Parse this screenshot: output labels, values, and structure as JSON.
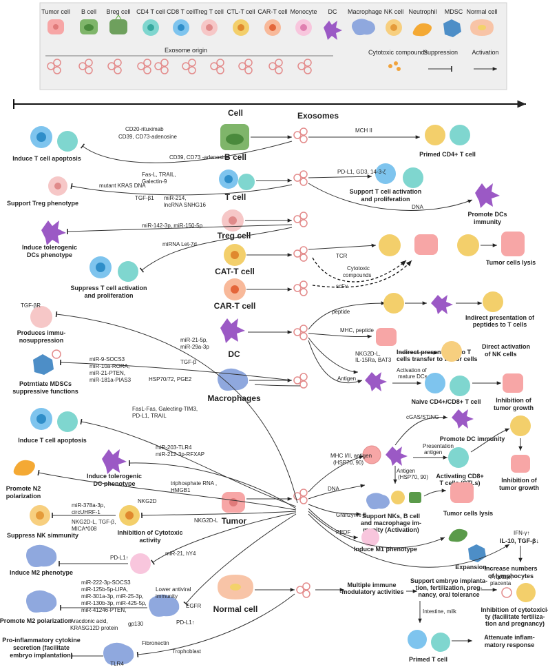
{
  "legend": {
    "cells": [
      "Tumor cell",
      "B cell",
      "Breg cell",
      "CD4 T cell",
      "CD8 T cell",
      "Treg T cell",
      "CTL-T cell",
      "CAR-T cell",
      "Monocyte",
      "DC",
      "Macrophage",
      "NK cell",
      "Neutrophil",
      "MDSC",
      "Normal cell"
    ],
    "exosome_origin": "Exosome origin",
    "cytotoxic": "Cytotoxic compounds",
    "suppression": "Suppression",
    "activation": "Activation"
  },
  "headers": {
    "cell": "Cell",
    "exosomes": "Exosomes"
  },
  "sources": {
    "b_cell": "B cell",
    "t_cell": "T cell",
    "treg_cell": "Treg cell",
    "cat_t_cell": "CAT-T cell",
    "car_t_cell": "CAR-T cell",
    "dc": "DC",
    "macrophages": "Macrophages",
    "tumor": "Tumor",
    "normal_cell": "Normal cell"
  },
  "left_outcomes": {
    "induce_apoptosis_1": "Induce T cell apoptosis",
    "support_treg": "Support Treg phenotype",
    "tolerogenic_dcs": "Induce tolerogenic",
    "tolerogenic_dcs_2": "DCs phenotype",
    "suppress_t_1": "Suppress T cell activation",
    "suppress_t_2": "and proliferation",
    "immuno_1": "Produces immu-",
    "immuno_2": "nosuppression",
    "mdsc_1": "Potrntiate MDSCs",
    "mdsc_2": "suppressive functions",
    "induce_apoptosis_2": "Induce T cell apoptosis",
    "tol_dc_1": "Induce tolerogenic",
    "tol_dc_2": "DC phenotype",
    "n2_1": "Promote N2",
    "n2_2": "polarization",
    "nk_suppress": "Suppress NK simmunity",
    "cytotoxic_1": "Inhibition of Cytotoxic",
    "cytotoxic_2": "activity",
    "m2_induce": "Induce M2 phenotype",
    "m2_promote": "Promote M2 polarization",
    "proinflam_1": "Pro-inflammatory cytokine",
    "proinflam_2": "secretion (facilitate",
    "proinflam_3": "embryo implantation)"
  },
  "molecules": {
    "cd20_1": "CD20-rituximab",
    "cd20_2": "CD39, CD73-adenosine",
    "cd39": "CD39, CD73 -adenosine",
    "fasl_1": "Fas-L, TRAIL,",
    "fasl_2": "Galectin-9",
    "kras": "mutant KRAS DNA",
    "tgfb1": "TGF-β1",
    "mir214_1": "miR-214,",
    "mir214_2": "lncRNA SNHG16",
    "mir142": "miR-142-3p, miR-150-5p",
    "mirna_let": "miRNA Let-7d",
    "mch": "MCH II",
    "pdl1_gd3": "PD-L1, GD3, 14-3-ζ",
    "dna_t": "DNA",
    "tcr": "TCR",
    "cytotoxic_1": "Cytotoxic",
    "cytotoxic_2": "compounds",
    "scfv": "scFv",
    "tgf_br": "TGF-βR",
    "mir21_1": "miR-21-5p,",
    "mir21_2": "miR-29a-3p",
    "tgfb": "TGF-β",
    "mir9": "miR-9-SOCS3",
    "mir10": "miR-10a-RORA,",
    "mir21pten": "miR-21-PTEN,",
    "mir181": "miR-181a-PIAS3",
    "hsp": "HSP70/72, PGE2",
    "fasl_fas_1": "FasL-Fas, Galecting-TIM3,",
    "fasl_fas_2": "PD-L1, TRAIL",
    "mir203_1": "miR-203-TLR4",
    "mir203_2": "miR-212-3p-RFXAP",
    "triph_1": "triphosphate RNA ,",
    "triph_2": "HMGB1",
    "mir378_1": "miR-378a-3p,",
    "mir378_2": "circUHRF-1",
    "nkg2dl_1": "NKG2D-L, TGF-β,",
    "nkg2dl_2": "MICA*008",
    "nkg2d": "NKG2D",
    "nkg2d_l": "NKG2D-L",
    "pdl1_up": "PD-L1↑",
    "mir21hy4": "miR-21, hY4",
    "mir222_1": "miR-222-3p-SOCS3",
    "mir222_2": "miR-125b-5p-LIPA,",
    "mir222_3": "miR-301a-3p, miR-25-3p,",
    "mir222_4": "miR-130b-3p, miR-425-5p,",
    "mir222_5": "miR-41246-PTEN,",
    "arac_1": "Aracdonic acid,",
    "arac_2": "KRASG12D protein",
    "gp130": "gp130",
    "lower_av_1": "Lower antiviral",
    "lower_av_2": "immunity",
    "egfr": "EGFR",
    "pdl1_up2": "PD-L1↑",
    "fibronectin": "Fibronectin",
    "trophoblast": "Trophoblast",
    "tlr4": "TLR4"
  },
  "right_outcomes": {
    "primed_cd4": "Primed CD4+ T cell",
    "support_t_1": "Support T cell activation",
    "support_t_2": "and proliferation",
    "promote_dc_1": "Promote DCs",
    "promote_dc_2": "immunity",
    "tumor_lysis_1": "Tumor cells lysis",
    "peptide": "peptide",
    "indirect_1": "Indirect presentation of",
    "indirect_2": "peptides to T cells",
    "mhc_peptide": "MHC, peptide",
    "indirect_t_1": "Indirect presentation to T",
    "indirect_t_2": "cells transfer to tumor cells",
    "nkg2dl_il_1": "NKG2D-L,",
    "nkg2dl_il_2": "IL-15Ra, BAT3",
    "direct_nk_1": "Direct activation",
    "direct_nk_2": "of NK cells",
    "antigen": "Antigen",
    "mature_dcs_1": "Activation of",
    "mature_dcs_2": "mature DCs",
    "naive": "Naive CD4+/CD8+ T cell",
    "inhibit_growth_1": "Inhibition of",
    "inhibit_growth_2": "tumor growth",
    "cgas": "cGAS/STING",
    "promote_dc_imm": "Promote DC immunity",
    "mhc_i_ii_1": "MHC I/II, antigen",
    "mhc_i_ii_2": "(HSP70, 90)",
    "presentation_1": "Presentation",
    "presentation_2": "antigen",
    "ctl_1": "Activating CD8+",
    "ctl_2": "T cells (CTLs)",
    "inhibit_growth2_1": "Inhibition of",
    "inhibit_growth2_2": "tumor growth",
    "dna": "DNA",
    "antigen_hsp_1": "Antigen",
    "antigen_hsp_2": "(HSP70, 90)",
    "granzyme": "Granzyme B",
    "support_nks_1": "Support NKs, B cell",
    "support_nks_2": "and macrophage im-",
    "support_nks_3": "munity (Activation)",
    "tumor_lysis_2": "Tumor cells lysis",
    "pedf": "PEDF",
    "m1": "Induce M1 phenotype",
    "expansion": "Expansion",
    "ifn": "IFN-γ↑",
    "il10": "IL-10, TGF-β↓",
    "increase_1": "Increase numbers",
    "increase_2": "of lymphocytes",
    "multiple_1": "Multiple immune",
    "multiple_2": "-modulatory activities",
    "embryo_1": "Support embryo implanta-",
    "embryo_2": "tion, fertilization, preg-",
    "embryo_3": "nancy, oral tolerance",
    "prostate_1": "Prostate,",
    "prostate_2": "placenta",
    "intestine": "Intestine, milk",
    "inhib_cyto_1": "Inhibition of cytotoxici-",
    "inhib_cyto_2": "ty (facilitate fertiliza-",
    "inhib_cyto_3": "tion and pregnancy)",
    "primed_t": "Primed T cell",
    "attenuate_1": "Attenuate inflam-",
    "attenuate_2": "matory response"
  }
}
